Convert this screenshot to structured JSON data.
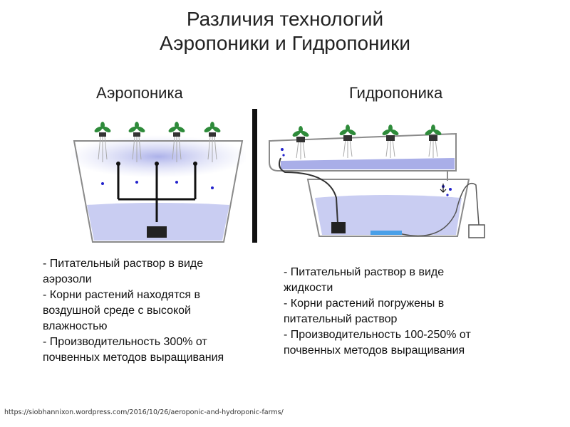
{
  "title": {
    "line1": "Различия технологий",
    "line2": "Аэропоники и Гидропоники"
  },
  "aeroponics": {
    "heading": "Аэропоника",
    "description": [
      "- Питательный раствор в виде",
      "аэрозоли",
      "- Корни растений находятся в",
      "воздушной среде с высокой",
      "влажностью",
      "- Производительность 300% от",
      "почвенных методов выращивания"
    ]
  },
  "hydroponics": {
    "heading": "Гидропоника",
    "description": [
      "- Питательный раствор в виде",
      "жидкости",
      "- Корни растений погружены в",
      "питательный раствор",
      "- Производительность 100-250% от",
      "почвенных методов выращивания"
    ]
  },
  "source": "https://siobhannixon.wordpress.com/2016/10/26/aeroponic-and-hydroponic-farms/",
  "colors": {
    "water": "#c9cdf2",
    "mist": "#a9aee8",
    "plant": "#2e8b3a",
    "outline": "#8a8a8a",
    "drop": "#2222cc"
  }
}
